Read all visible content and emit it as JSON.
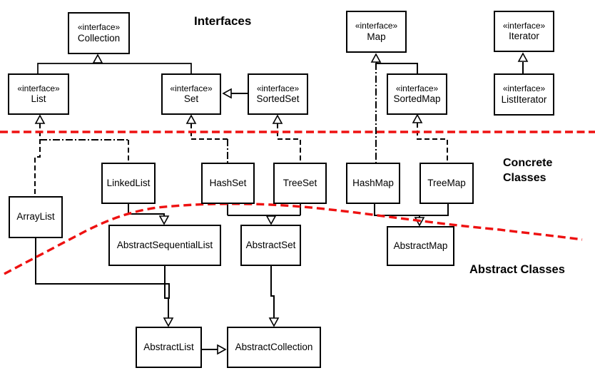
{
  "title": "Java Collections Framework class diagram",
  "colors": {
    "line": "#000000",
    "divider_red": "#ee1111",
    "background": "#ffffff",
    "text": "#000000"
  },
  "labels": {
    "interfaces": "Interfaces",
    "concrete_line1": "Concrete",
    "concrete_line2": "Classes",
    "abstract": "Abstract Classes"
  },
  "boxes": {
    "collection": {
      "stereotype": "«interface»",
      "name": "Collection"
    },
    "list": {
      "stereotype": "«interface»",
      "name": "List"
    },
    "set": {
      "stereotype": "«interface»",
      "name": "Set"
    },
    "sortedset": {
      "stereotype": "«interface»",
      "name": "SortedSet"
    },
    "map": {
      "stereotype": "«interface»",
      "name": "Map"
    },
    "sortedmap": {
      "stereotype": "«interface»",
      "name": "SortedMap"
    },
    "iterator": {
      "stereotype": "«interface»",
      "name": "Iterator"
    },
    "listiterator": {
      "stereotype": "«interface»",
      "name": "ListIterator"
    },
    "arraylist": {
      "name": "ArrayList"
    },
    "linkedlist": {
      "name": "LinkedList"
    },
    "hashset": {
      "name": "HashSet"
    },
    "treeset": {
      "name": "TreeSet"
    },
    "hashmap": {
      "name": "HashMap"
    },
    "treemap": {
      "name": "TreeMap"
    },
    "abstractsequentiallist": {
      "name": "AbstractSequentialList"
    },
    "abstractset": {
      "name": "AbstractSet"
    },
    "abstractmap": {
      "name": "AbstractMap"
    },
    "abstractlist": {
      "name": "AbstractList"
    },
    "abstractcollection": {
      "name": "AbstractCollection"
    }
  },
  "relationships": [
    {
      "from": "List",
      "to": "Collection",
      "type": "extends"
    },
    {
      "from": "Set",
      "to": "Collection",
      "type": "extends"
    },
    {
      "from": "SortedSet",
      "to": "Set",
      "type": "extends"
    },
    {
      "from": "SortedMap",
      "to": "Map",
      "type": "extends"
    },
    {
      "from": "ListIterator",
      "to": "Iterator",
      "type": "extends"
    },
    {
      "from": "ArrayList",
      "to": "List",
      "type": "implements"
    },
    {
      "from": "LinkedList",
      "to": "List",
      "type": "implements"
    },
    {
      "from": "HashSet",
      "to": "Set",
      "type": "implements"
    },
    {
      "from": "TreeSet",
      "to": "SortedSet",
      "type": "implements"
    },
    {
      "from": "HashMap",
      "to": "Map",
      "type": "implements"
    },
    {
      "from": "TreeMap",
      "to": "SortedMap",
      "type": "implements"
    },
    {
      "from": "LinkedList",
      "to": "AbstractSequentialList",
      "type": "extends"
    },
    {
      "from": "HashSet",
      "to": "AbstractSet",
      "type": "extends"
    },
    {
      "from": "TreeSet",
      "to": "AbstractSet",
      "type": "extends"
    },
    {
      "from": "HashMap",
      "to": "AbstractMap",
      "type": "extends"
    },
    {
      "from": "TreeMap",
      "to": "AbstractMap",
      "type": "extends"
    },
    {
      "from": "ArrayList",
      "to": "AbstractList",
      "type": "extends"
    },
    {
      "from": "AbstractSequentialList",
      "to": "AbstractList",
      "type": "extends"
    },
    {
      "from": "AbstractList",
      "to": "AbstractCollection",
      "type": "extends"
    },
    {
      "from": "AbstractSet",
      "to": "AbstractCollection",
      "type": "extends"
    }
  ]
}
